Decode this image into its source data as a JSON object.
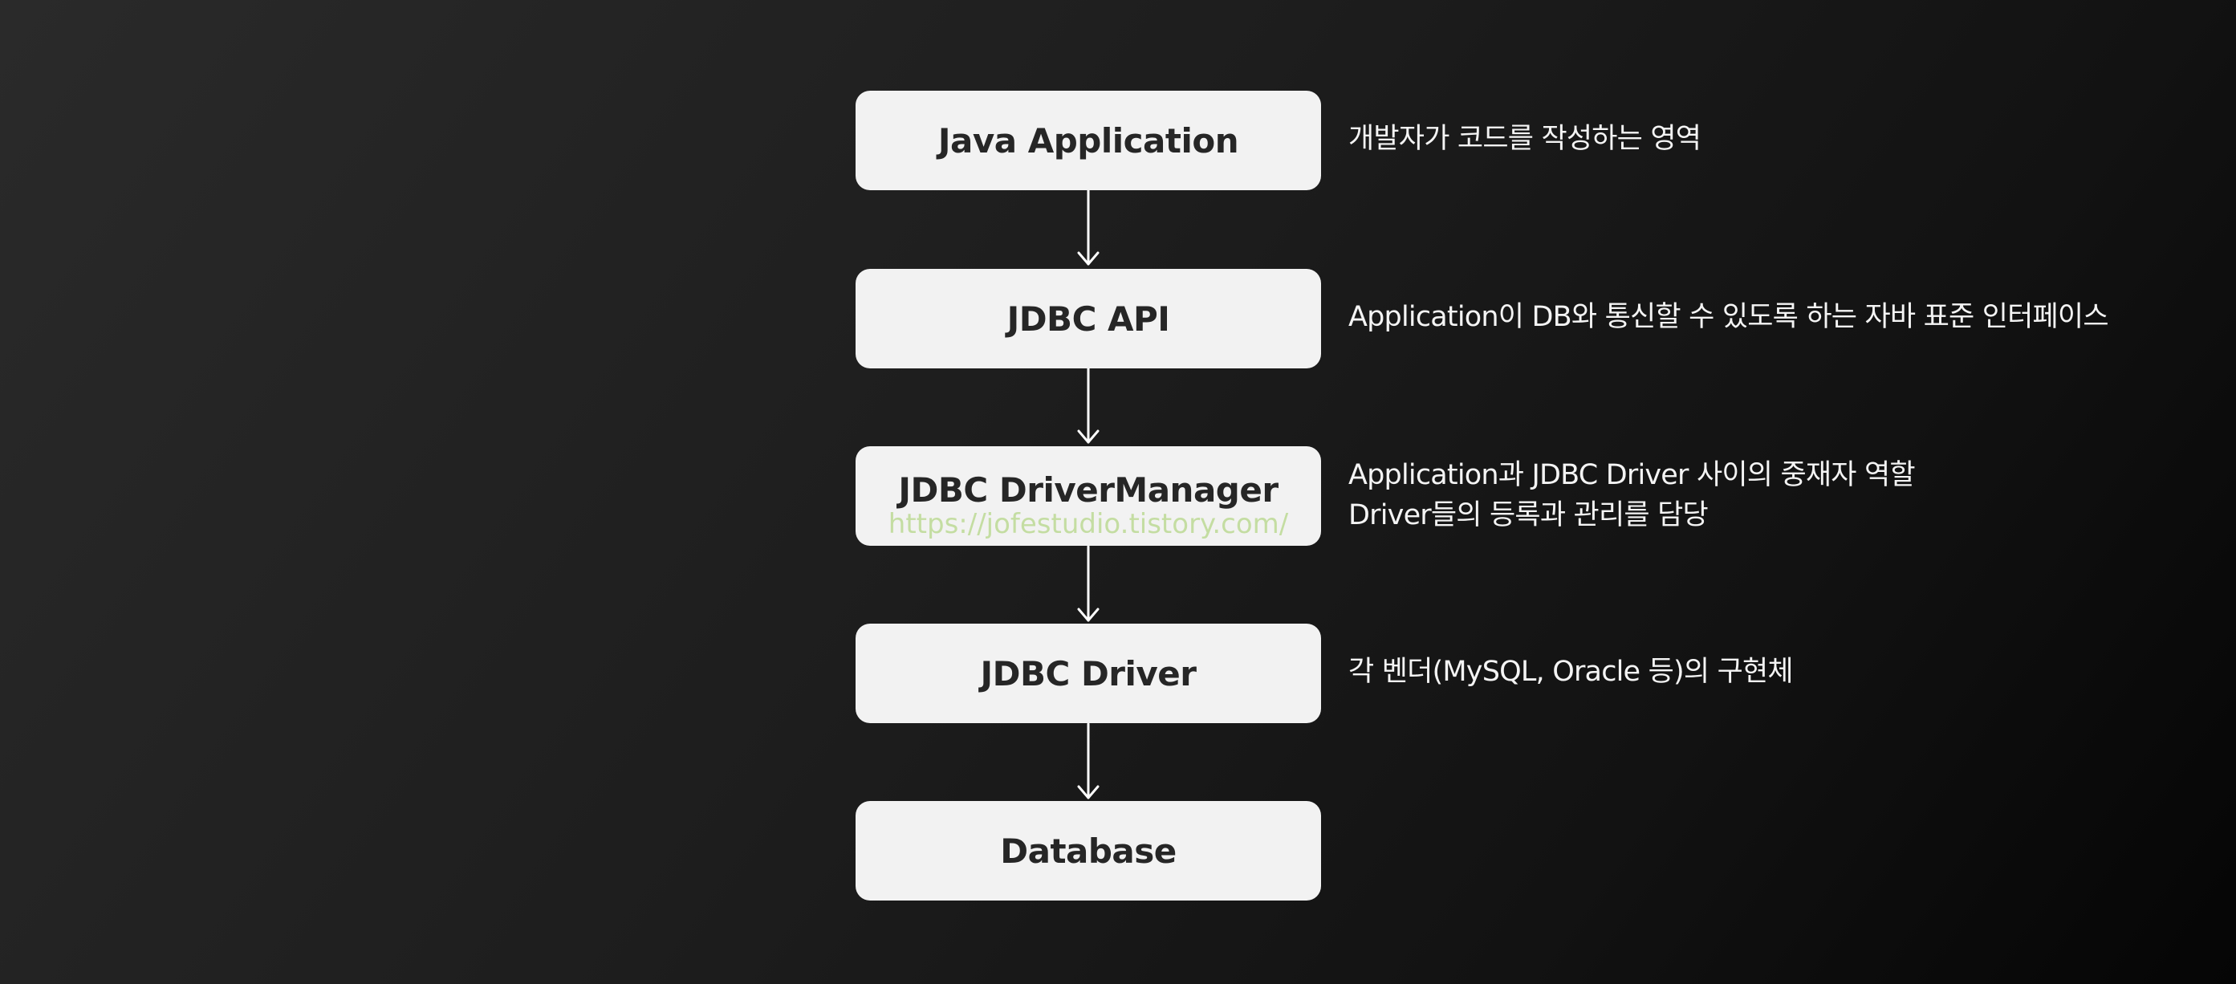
{
  "diagram": {
    "nodes": [
      {
        "id": "java-application",
        "label": "Java Application"
      },
      {
        "id": "jdbc-api",
        "label": "JDBC API"
      },
      {
        "id": "jdbc-drivermanager",
        "label": "JDBC DriverManager"
      },
      {
        "id": "jdbc-driver",
        "label": "JDBC Driver"
      },
      {
        "id": "database",
        "label": "Database"
      }
    ],
    "descriptions": [
      {
        "node": "java-application",
        "lines": [
          "개발자가 코드를 작성하는 영역"
        ]
      },
      {
        "node": "jdbc-api",
        "lines": [
          "Application이 DB와 통신할 수 있도록 하는 자바 표준 인터페이스"
        ]
      },
      {
        "node": "jdbc-drivermanager",
        "lines": [
          "Application과 JDBC Driver 사이의 중재자 역할",
          "Driver들의 등록과 관리를 담당"
        ]
      },
      {
        "node": "jdbc-driver",
        "lines": [
          "각 벤더(MySQL, Oracle 등)의 구현체"
        ]
      }
    ],
    "edges": [
      {
        "from": "java-application",
        "to": "jdbc-api"
      },
      {
        "from": "jdbc-api",
        "to": "jdbc-drivermanager"
      },
      {
        "from": "jdbc-drivermanager",
        "to": "jdbc-driver"
      },
      {
        "from": "jdbc-driver",
        "to": "database"
      }
    ]
  },
  "watermark": "https://jofestudio.tistory.com/",
  "colors": {
    "box_fill": "#f2f2f2",
    "box_text": "#262626",
    "description_text": "#f4f4f4",
    "arrow": "#ffffff",
    "watermark": "#b9d98f"
  }
}
